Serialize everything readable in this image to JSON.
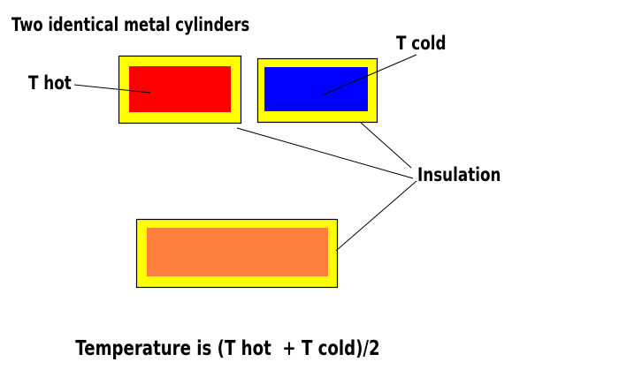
{
  "title": "Two identical metal cylinders",
  "labels": {
    "hot": "T hot",
    "cold": "T cold",
    "insulation": "Insulation"
  },
  "caption": "Temperature is (T hot  + T cold)/2",
  "colors": {
    "insulation": "#ffff00",
    "hot": "#ff0000",
    "cold": "#0000ff",
    "mixed": "#ff7f3f",
    "outline": "#000000",
    "background": "#ffffff"
  },
  "cylinders": [
    {
      "name": "hot-cylinder",
      "state": "hot"
    },
    {
      "name": "cold-cylinder",
      "state": "cold"
    },
    {
      "name": "combined-cylinder",
      "state": "mixed"
    }
  ]
}
